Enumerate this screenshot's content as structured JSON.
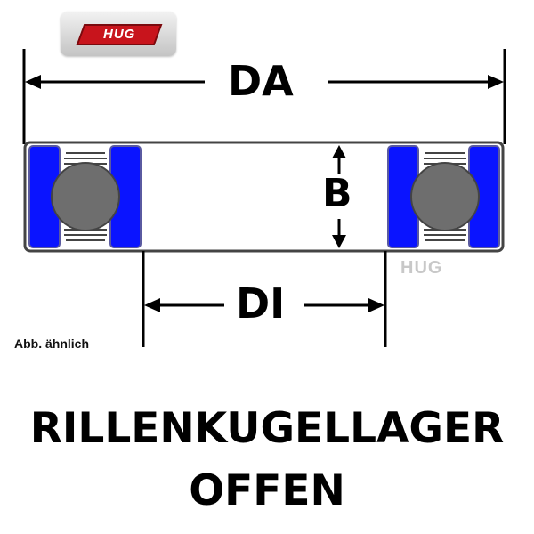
{
  "logo": {
    "brand_text": "HUG"
  },
  "diagram": {
    "labels": {
      "outer_diameter": "DA",
      "width": "B",
      "inner_diameter": "DI"
    },
    "watermark": "HUG",
    "colors": {
      "ring": "#0a14ff",
      "ball": "#6e6e6e",
      "outline": "#444444",
      "dimension_lines": "#000000"
    }
  },
  "caption": "Abb. ähnlich",
  "title": {
    "line1": "RILLENKUGELLAGER",
    "line2": "OFFEN"
  }
}
